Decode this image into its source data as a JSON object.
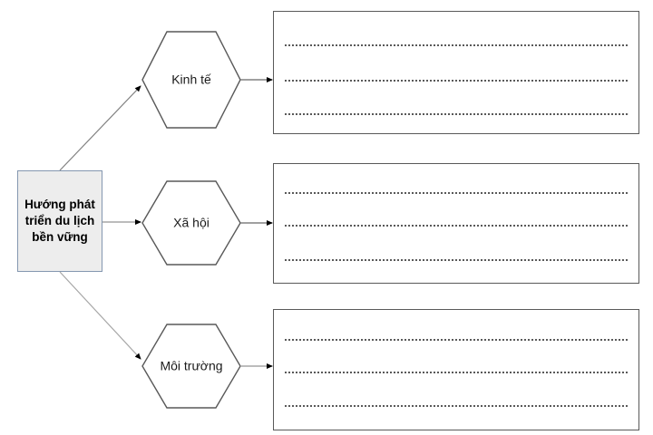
{
  "diagram": {
    "type": "worksheet-mind-map",
    "title_node": {
      "label": "Hướng phát triển du lịch bền vững",
      "fill_color": "#ededed",
      "border_color": "#8497b0"
    },
    "branches": [
      {
        "id": "kinh-te",
        "label": "Kinh tế",
        "shape": "hexagon",
        "answer_box": {
          "line_count": 3,
          "lines": [
            "",
            "",
            ""
          ]
        }
      },
      {
        "id": "xa-hoi",
        "label": "Xã hội",
        "shape": "hexagon",
        "answer_box": {
          "line_count": 3,
          "lines": [
            "",
            "",
            ""
          ]
        }
      },
      {
        "id": "moi-truong",
        "label": "Môi trường",
        "shape": "hexagon",
        "answer_box": {
          "line_count": 3,
          "lines": [
            "",
            "",
            ""
          ]
        }
      }
    ],
    "connectors": {
      "count": 6,
      "style": "solid-line-with-arrowhead",
      "color": "#808080",
      "arrow_color": "#000000"
    },
    "colors": {
      "background": "#ffffff",
      "node_outline": "#595959",
      "answer_box_outline": "#595959",
      "dotted_line": "#595959"
    }
  }
}
